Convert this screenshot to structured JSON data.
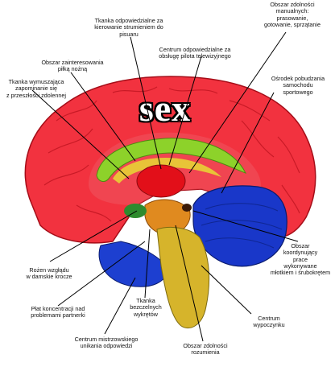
{
  "title": "sex",
  "labels": {
    "top_center": "Tkanka odpowiedzialne za\nkierowanie strumieniem do\npisuaru",
    "top_right": "Obszar zdolności\nmanualnych:\nprasowanie,\ngotowanie, sprzątanie",
    "remote": "Centrum odpowiedzialne za\nobsługę pilota telewizyjnego",
    "football": "Obszar zainteresowania\npiłką nożną",
    "spouse": "Tkanka wymuszająca\nzapominanie się\nz przeszłości zdolennej",
    "listening": "Ośrodek pobudzania\nsamochodu\nsportowego",
    "bar": "Obszar\nkoordynujący\nprace\nwykonywane\nmłotkiem i śrubokrętem",
    "sight": "Rożen wzgłądu\nw damskie krocze",
    "partner": "Płat koncentracji nad\nproblemami partnerki",
    "decisions": "Tkanka\nbezczelnych\nwykrętów",
    "rest": "Centrum\nwypoczynku",
    "advice": "Centrum mistrzowskiego\nunikania odpowiedzi",
    "understanding": "Obszar zdolności\nrozumienia"
  },
  "colors": {
    "cortex": "#f2323f",
    "cortex_dark": "#b8101c",
    "callosum": "#8dd22a",
    "thalamus": "#e20f19",
    "cerebellum": "#1937c9",
    "brainstem": "#d6b42b",
    "midbrain": "#e08a1f",
    "pons_lower": "#1d3fd0"
  }
}
